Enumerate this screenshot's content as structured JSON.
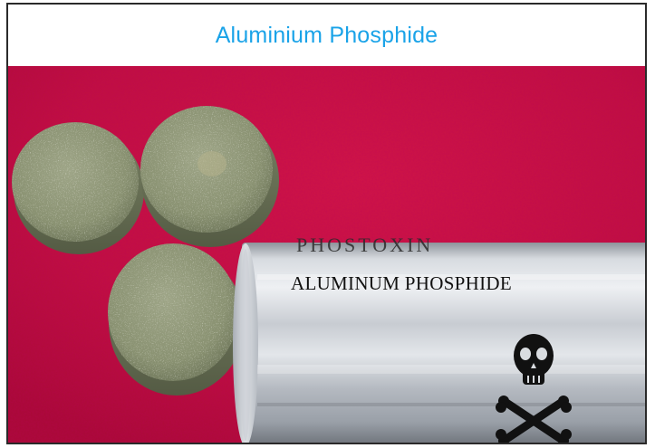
{
  "caption": {
    "title": "Aluminium Phosphide",
    "color": "#1aa3e8"
  },
  "photo": {
    "background_color": "#c21040",
    "tablet_color": "#8a9474",
    "tube_color": "#c9cdd3",
    "tube_label": "ALUMINUM PHOSPHIDE",
    "tube_top_text": "PHOSTOXIN",
    "hazard_symbol": "skull-and-crossbones-icon",
    "tablet_count": 3
  }
}
